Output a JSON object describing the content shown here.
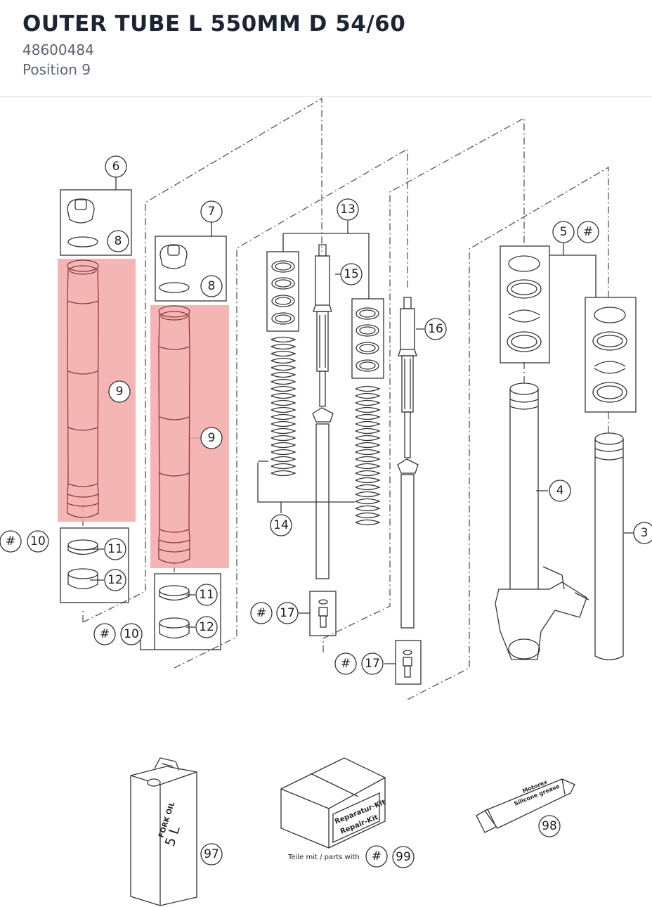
{
  "header": {
    "title": "OUTER TUBE L 550MM D 54/60",
    "part_number": "48600484",
    "position": "Position 9"
  },
  "colors": {
    "highlight": "#f4a8a8",
    "line": "#333333",
    "callout_fill": "#ffffff"
  },
  "callouts": {
    "c6": "6",
    "c8a": "8",
    "c9a": "9",
    "c10a": "10",
    "c10a_hash": "#",
    "c11a": "11",
    "c12a": "12",
    "c7": "7",
    "c8b": "8",
    "c9b": "9",
    "c11b": "11",
    "c12b": "12",
    "c10b": "10",
    "c10b_hash": "#",
    "c13": "13",
    "c15": "15",
    "c14": "14",
    "c17a": "17",
    "c17a_hash": "#",
    "c16": "16",
    "c17b": "17",
    "c17b_hash": "#",
    "c5": "5",
    "c5_hash": "#",
    "c4": "4",
    "c3": "3",
    "c97": "97",
    "c98": "98",
    "c99": "99",
    "c99_hash": "#"
  },
  "product_labels": {
    "fork_oil": "FORK OIL",
    "oil_volume": "5 L",
    "kit_de": "Reparatur-Kit",
    "kit_en": "Repair-Kit",
    "parts_with": "Teile mit / parts with",
    "grease_brand": "Motorex",
    "grease_name": "Silicone grease"
  }
}
